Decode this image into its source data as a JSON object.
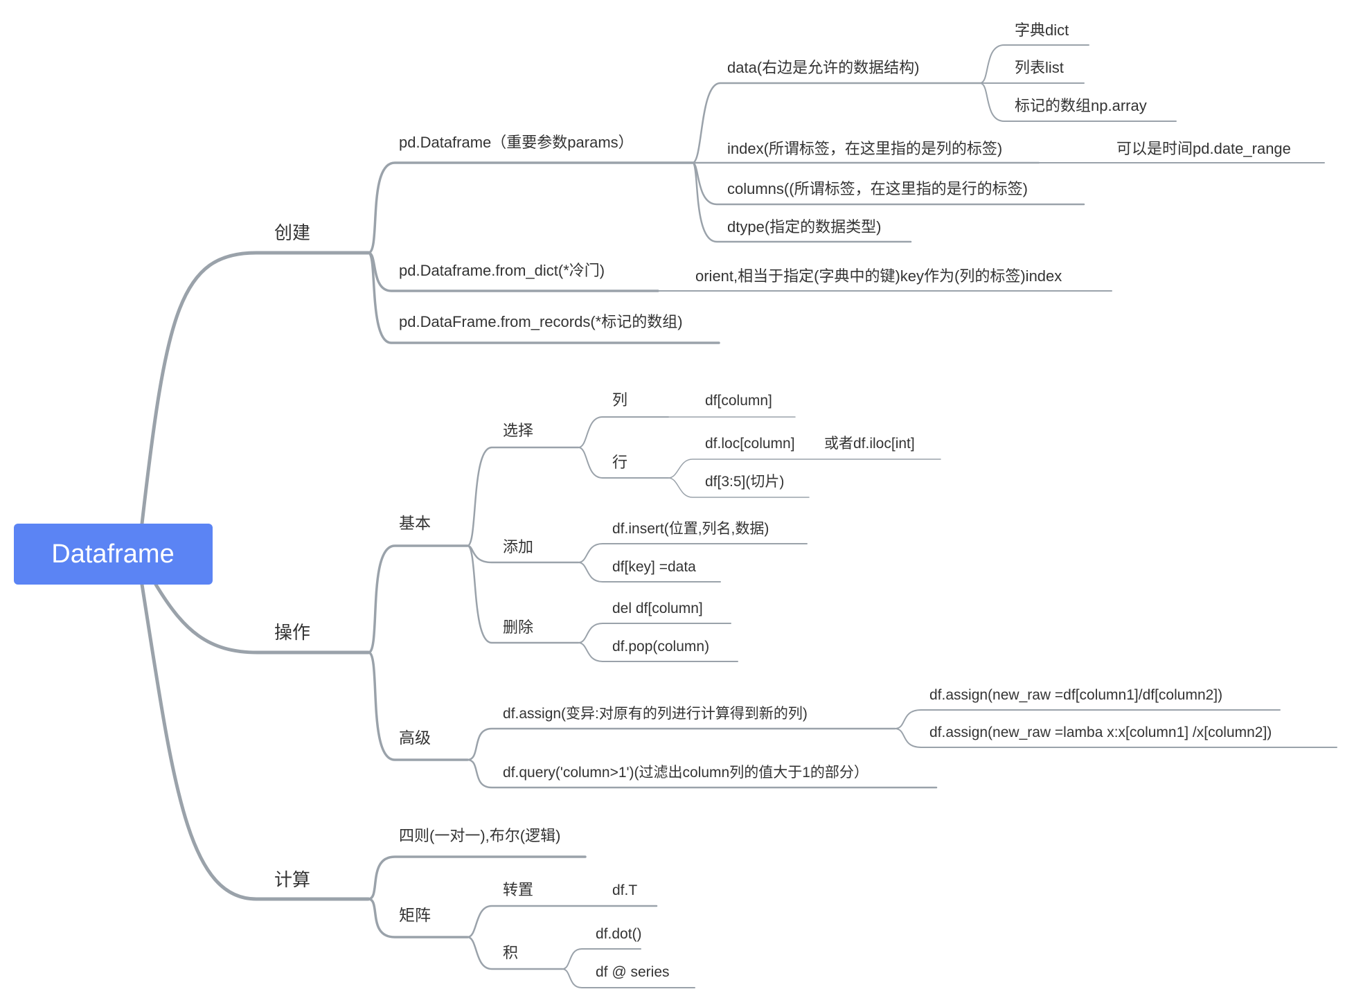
{
  "root": {
    "label": "Dataframe"
  },
  "branches": {
    "create": {
      "label": "创建",
      "pd_dataframe": {
        "label": "pd.Dataframe（重要参数params）",
        "data": {
          "label": "data(右边是允许的数据结构)",
          "dict": "字典dict",
          "list": "列表list",
          "array": "标记的数组np.array"
        },
        "index": {
          "label": "index(所谓标签，在这里指的是列的标签)",
          "note": "可以是时间pd.date_range"
        },
        "columns": "columns((所谓标签，在这里指的是行的标签)",
        "dtype": "dtype(指定的数据类型)"
      },
      "from_dict": {
        "label": "pd.Dataframe.from_dict(*冷门)",
        "orient": "orient,相当于指定(字典中的键)key作为(列的标签)index"
      },
      "from_records": "pd.DataFrame.from_records(*标记的数组)"
    },
    "operate": {
      "label": "操作",
      "basic": {
        "label": "基本",
        "select": {
          "label": "选择",
          "col": {
            "label": "列",
            "item": "df[column]"
          },
          "row": {
            "label": "行",
            "loc": "df.loc[column]",
            "iloc": "或者df.iloc[int]",
            "slice": "df[3:5](切片)"
          }
        },
        "add": {
          "label": "添加",
          "insert": "df.insert(位置,列名,数据)",
          "key": "df[key] =data"
        },
        "delete": {
          "label": "删除",
          "del": "del df[column]",
          "pop": "df.pop(column)"
        }
      },
      "advanced": {
        "label": "高级",
        "assign": {
          "label": "df.assign(变异:对原有的列进行计算得到新的列)",
          "ex1": "df.assign(new_raw =df[column1]/df[column2])",
          "ex2": "df.assign(new_raw =lamba x:x[column1] /x[column2])"
        },
        "query": "df.query('column>1')(过滤出column列的值大于1的部分）"
      }
    },
    "compute": {
      "label": "计算",
      "arith": "四则(一对一),布尔(逻辑)",
      "matrix": {
        "label": "矩阵",
        "transpose": {
          "label": "转置",
          "item": "df.T"
        },
        "product": {
          "label": "积",
          "dot": "df.dot()",
          "at": "df @ series"
        }
      }
    }
  }
}
